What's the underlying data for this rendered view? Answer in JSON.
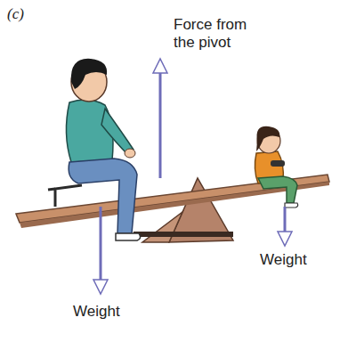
{
  "diagram": {
    "labels": [
      "(c)",
      "Force from the pivot",
      "Weight",
      "Weight"
    ]
  }
}
